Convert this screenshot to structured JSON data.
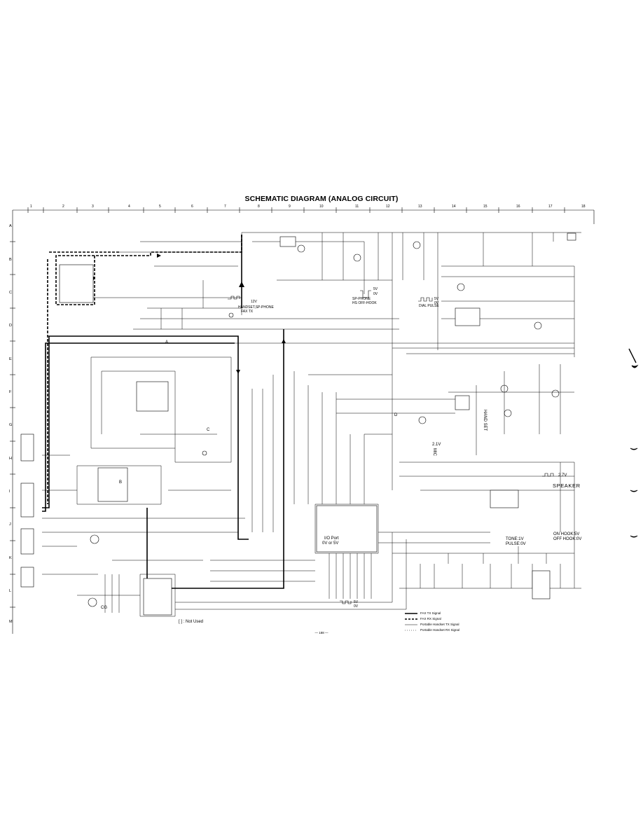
{
  "title": "SCHEMATIC DIAGRAM (ANALOG CIRCUIT)",
  "columns": [
    "1",
    "2",
    "3",
    "4",
    "5",
    "6",
    "7",
    "8",
    "9",
    "10",
    "11",
    "12",
    "13",
    "14",
    "15",
    "16",
    "17",
    "18"
  ],
  "rows": [
    "A",
    "B",
    "C",
    "D",
    "E",
    "F",
    "G",
    "H",
    "I",
    "J",
    "K",
    "L",
    "M"
  ],
  "annotations": {
    "handset_txt": "HANDSET,SP-PHONE",
    "fax_tx": "FAX TX",
    "v12": "12V",
    "sp_phone": "SP-PHONE",
    "hs_off_hook": "HS OFF-HOOK",
    "v5a": "5V",
    "v0a": "0V",
    "dial_pulse": "DIAL PULSE",
    "v5b": "5V",
    "v0b": "0V",
    "hand_set": "HAND SET",
    "mic": "MIC",
    "speaker": "SPEAKER",
    "v21": "2.1V",
    "v27": "2.7V",
    "on_hook": "ON HOOK:5V",
    "off_hook": "OFF HOOK:0V",
    "tone": "TONE:1V",
    "pulse": "PULSE:0V",
    "io_port": "I/O Port",
    "io_v": "0V or 5V",
    "not_used": "[ ] : Not Used",
    "cg": "CG",
    "v5c": "5V",
    "v0c": "0V",
    "ic_a": "A",
    "ic_b": "B",
    "ic_c": "C",
    "ic_d": "D"
  },
  "legend": [
    {
      "style": "solid",
      "label": "FAX TX Signal"
    },
    {
      "style": "dashed",
      "label": "FAX RX Signal"
    },
    {
      "style": "thin",
      "label": "Portable Handset TX Signal"
    },
    {
      "style": "dotted",
      "label": "Portable Handset RX Signal"
    }
  ],
  "page_number": "— 188 —"
}
